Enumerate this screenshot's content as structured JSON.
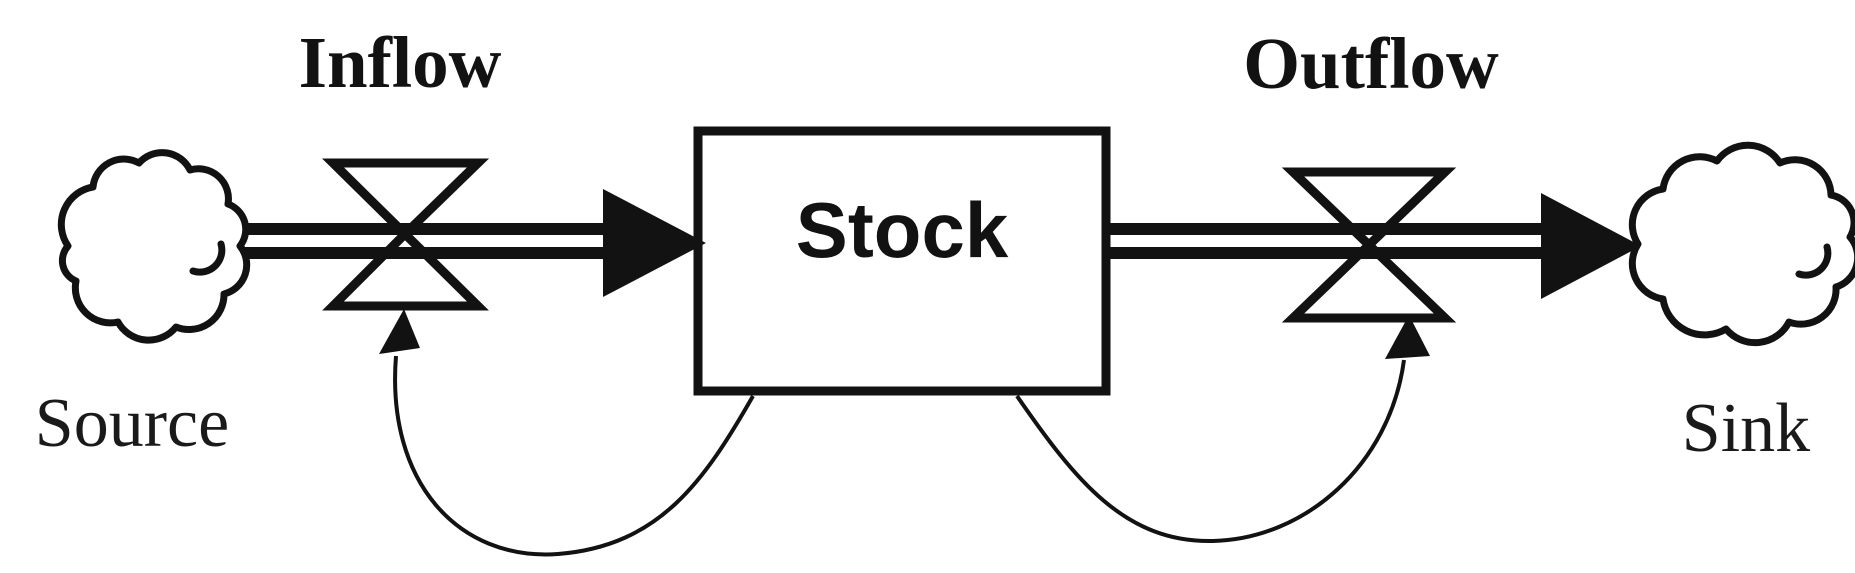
{
  "diagram": {
    "type": "stock-and-flow",
    "labels": {
      "inflow": "Inflow",
      "outflow": "Outflow",
      "stock": "Stock",
      "source": "Source",
      "sink": "Sink"
    },
    "nodes": [
      {
        "id": "source",
        "kind": "cloud",
        "label": "Source"
      },
      {
        "id": "inflow-valve",
        "kind": "valve",
        "label": "Inflow"
      },
      {
        "id": "stock",
        "kind": "stock-box",
        "label": "Stock"
      },
      {
        "id": "outflow-valve",
        "kind": "valve",
        "label": "Outflow"
      },
      {
        "id": "sink",
        "kind": "cloud",
        "label": "Sink"
      }
    ],
    "edges": [
      {
        "from": "source",
        "to": "stock",
        "via": "inflow-valve",
        "kind": "double-line-flow-pipe"
      },
      {
        "from": "stock",
        "to": "sink",
        "via": "outflow-valve",
        "kind": "double-line-flow-pipe"
      },
      {
        "from": "stock",
        "to": "inflow-valve",
        "kind": "feedback-arc"
      },
      {
        "from": "stock",
        "to": "outflow-valve",
        "kind": "feedback-arc"
      }
    ],
    "colors": {
      "ink": "#121212",
      "background": "#ffffff"
    }
  }
}
